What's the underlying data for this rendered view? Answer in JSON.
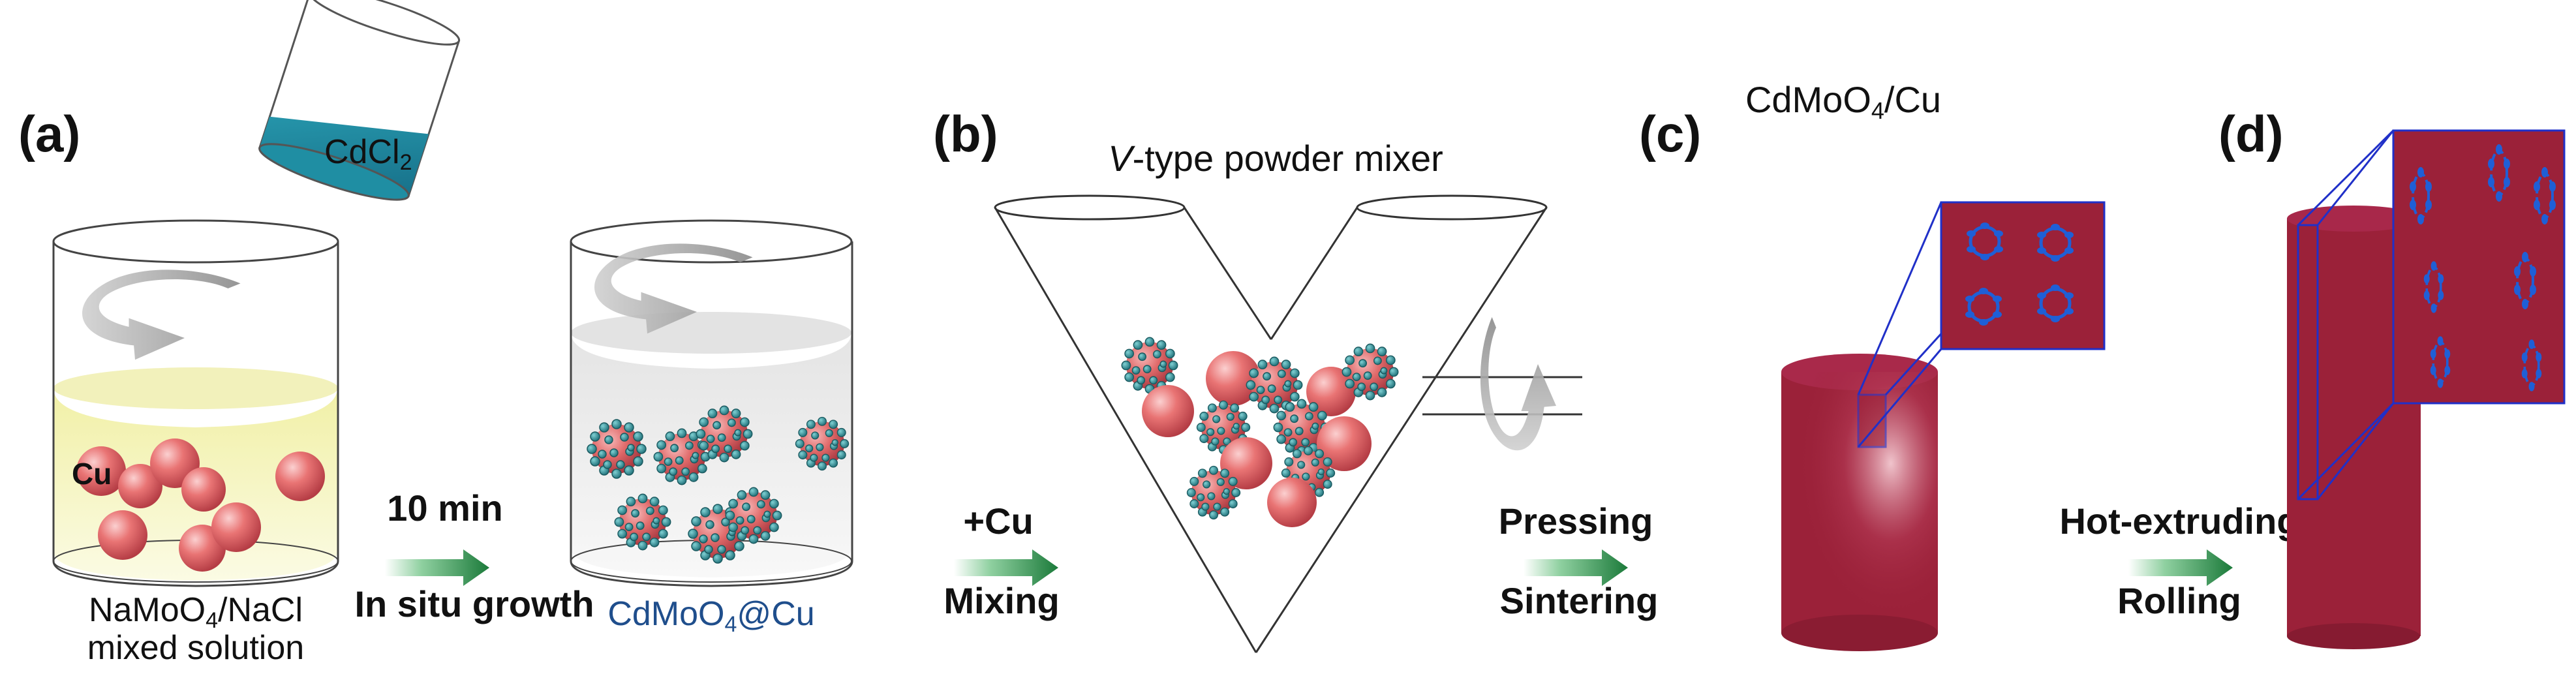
{
  "panels": {
    "a": {
      "label": "(a)",
      "reagent": "CdCl",
      "reagent_sub": "2",
      "particle_label": "Cu",
      "solution_line1_a": "NaMoO",
      "solution_line1_sub": "4",
      "solution_line1_b": "/NaCl",
      "solution_line2": "mixed solution",
      "step_time": "10 min",
      "step_action": "In situ growth",
      "product_a": "CdMoO",
      "product_sub": "4",
      "product_b": "@Cu"
    },
    "b": {
      "label": "(b)",
      "title_italic": "V",
      "title_rest": "-type powder mixer",
      "step_add": "+Cu",
      "step_action": "Mixing"
    },
    "c": {
      "label": "(c)",
      "composite_a": "CdMoO",
      "composite_sub": "4",
      "composite_b": "/Cu",
      "step_line1": "Pressing",
      "step_line2": "Sintering"
    },
    "d": {
      "label": "(d)",
      "step_line1": "Hot-extruding",
      "step_line2": "Rolling"
    }
  },
  "colors": {
    "copper_particle": "#e26868",
    "cadmium_molybdate": "#2a8c8c",
    "bulk_composite": "#9b2139",
    "dispersed_phase": "#1f5fd6",
    "solution_tint": "#f3f2b8",
    "arrow_green": "#2e8b4a",
    "reagent_liquid": "#1f8ea3"
  },
  "icons": [
    "beaker-icon",
    "rotation-arrow-icon",
    "v-mixer-icon",
    "cylinder-billet-icon",
    "rod-icon",
    "process-arrow-icon"
  ]
}
